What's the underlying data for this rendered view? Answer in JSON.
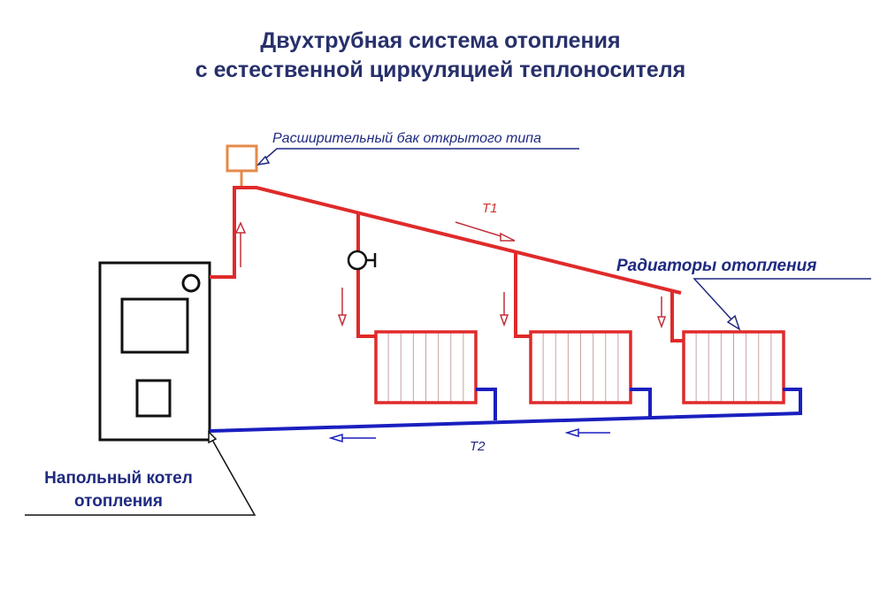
{
  "title": {
    "line1": "Двухтрубная система отопления",
    "line2": "с естественной циркуляцией теплоносителя"
  },
  "labels": {
    "expansion_tank": "Расширительный бак открытого типа",
    "radiators": "Радиаторы отопления",
    "boiler_line1": "Напольный котел",
    "boiler_line2": "отопления",
    "supply": "T1",
    "return": "T2"
  },
  "colors": {
    "supply": "#e02a2a",
    "return": "#1a1fbf",
    "tank": "#e58a4a",
    "text": "#1f2a80"
  }
}
